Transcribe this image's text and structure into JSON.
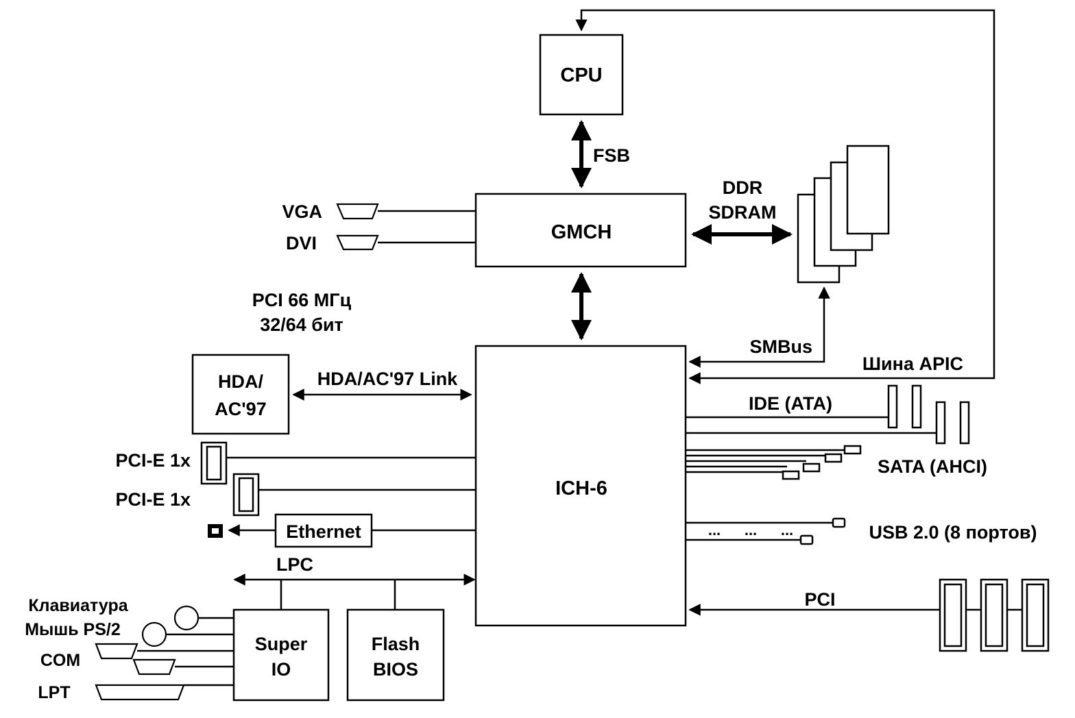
{
  "colors": {
    "ink": "#000000",
    "paper": "#ffffff"
  },
  "blocks": {
    "cpu": "CPU",
    "gmch": "GMCH",
    "ich": "ICH-6",
    "hda_line1": "HDA/",
    "hda_line2": "AC'97",
    "ethernet": "Ethernet",
    "superio_line1": "Super",
    "superio_line2": "IO",
    "flash_line1": "Flash",
    "flash_line2": "BIOS"
  },
  "labels": {
    "fsb": "FSB",
    "ddr_line1": "DDR",
    "ddr_line2": "SDRAM",
    "vga": "VGA",
    "dvi": "DVI",
    "pci66_line1": "PCI 66 МГц",
    "pci66_line2": "32/64 бит",
    "smbus": "SMBus",
    "apic": "Шина APIC",
    "hda_link": "HDA/AC'97 Link",
    "ide": "IDE (ATA)",
    "sata": "SATA (AHCI)",
    "pcie1": "PCI-E 1x",
    "pcie2": "PCI-E 1x",
    "usb": "USB 2.0 (8 портов)",
    "lpc": "LPC",
    "pci": "PCI",
    "keyboard": "Клавиатура",
    "mouse": "Мышь PS/2",
    "com": "COM",
    "lpt": "LPT",
    "dots": "..."
  }
}
